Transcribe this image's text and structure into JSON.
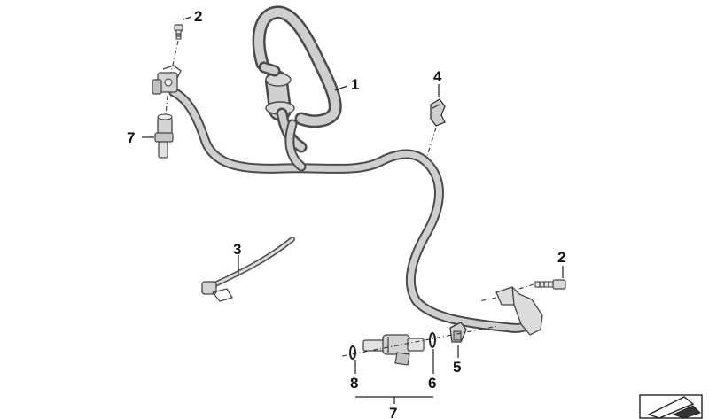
{
  "callouts": [
    {
      "id": "c1",
      "label": "1"
    },
    {
      "id": "c2a",
      "label": "2"
    },
    {
      "id": "c2b",
      "label": "2"
    },
    {
      "id": "c3",
      "label": "3"
    },
    {
      "id": "c4",
      "label": "4"
    },
    {
      "id": "c5",
      "label": "5"
    },
    {
      "id": "c6",
      "label": "6"
    },
    {
      "id": "c7a",
      "label": "7"
    },
    {
      "id": "c7b",
      "label": "7"
    },
    {
      "id": "c8",
      "label": "8"
    }
  ],
  "icons": {
    "corner": "diagram-type-icon"
  },
  "colors": {
    "outline": "#4a4a4a",
    "fill": "#cfcfcf",
    "callout": "#111111"
  }
}
